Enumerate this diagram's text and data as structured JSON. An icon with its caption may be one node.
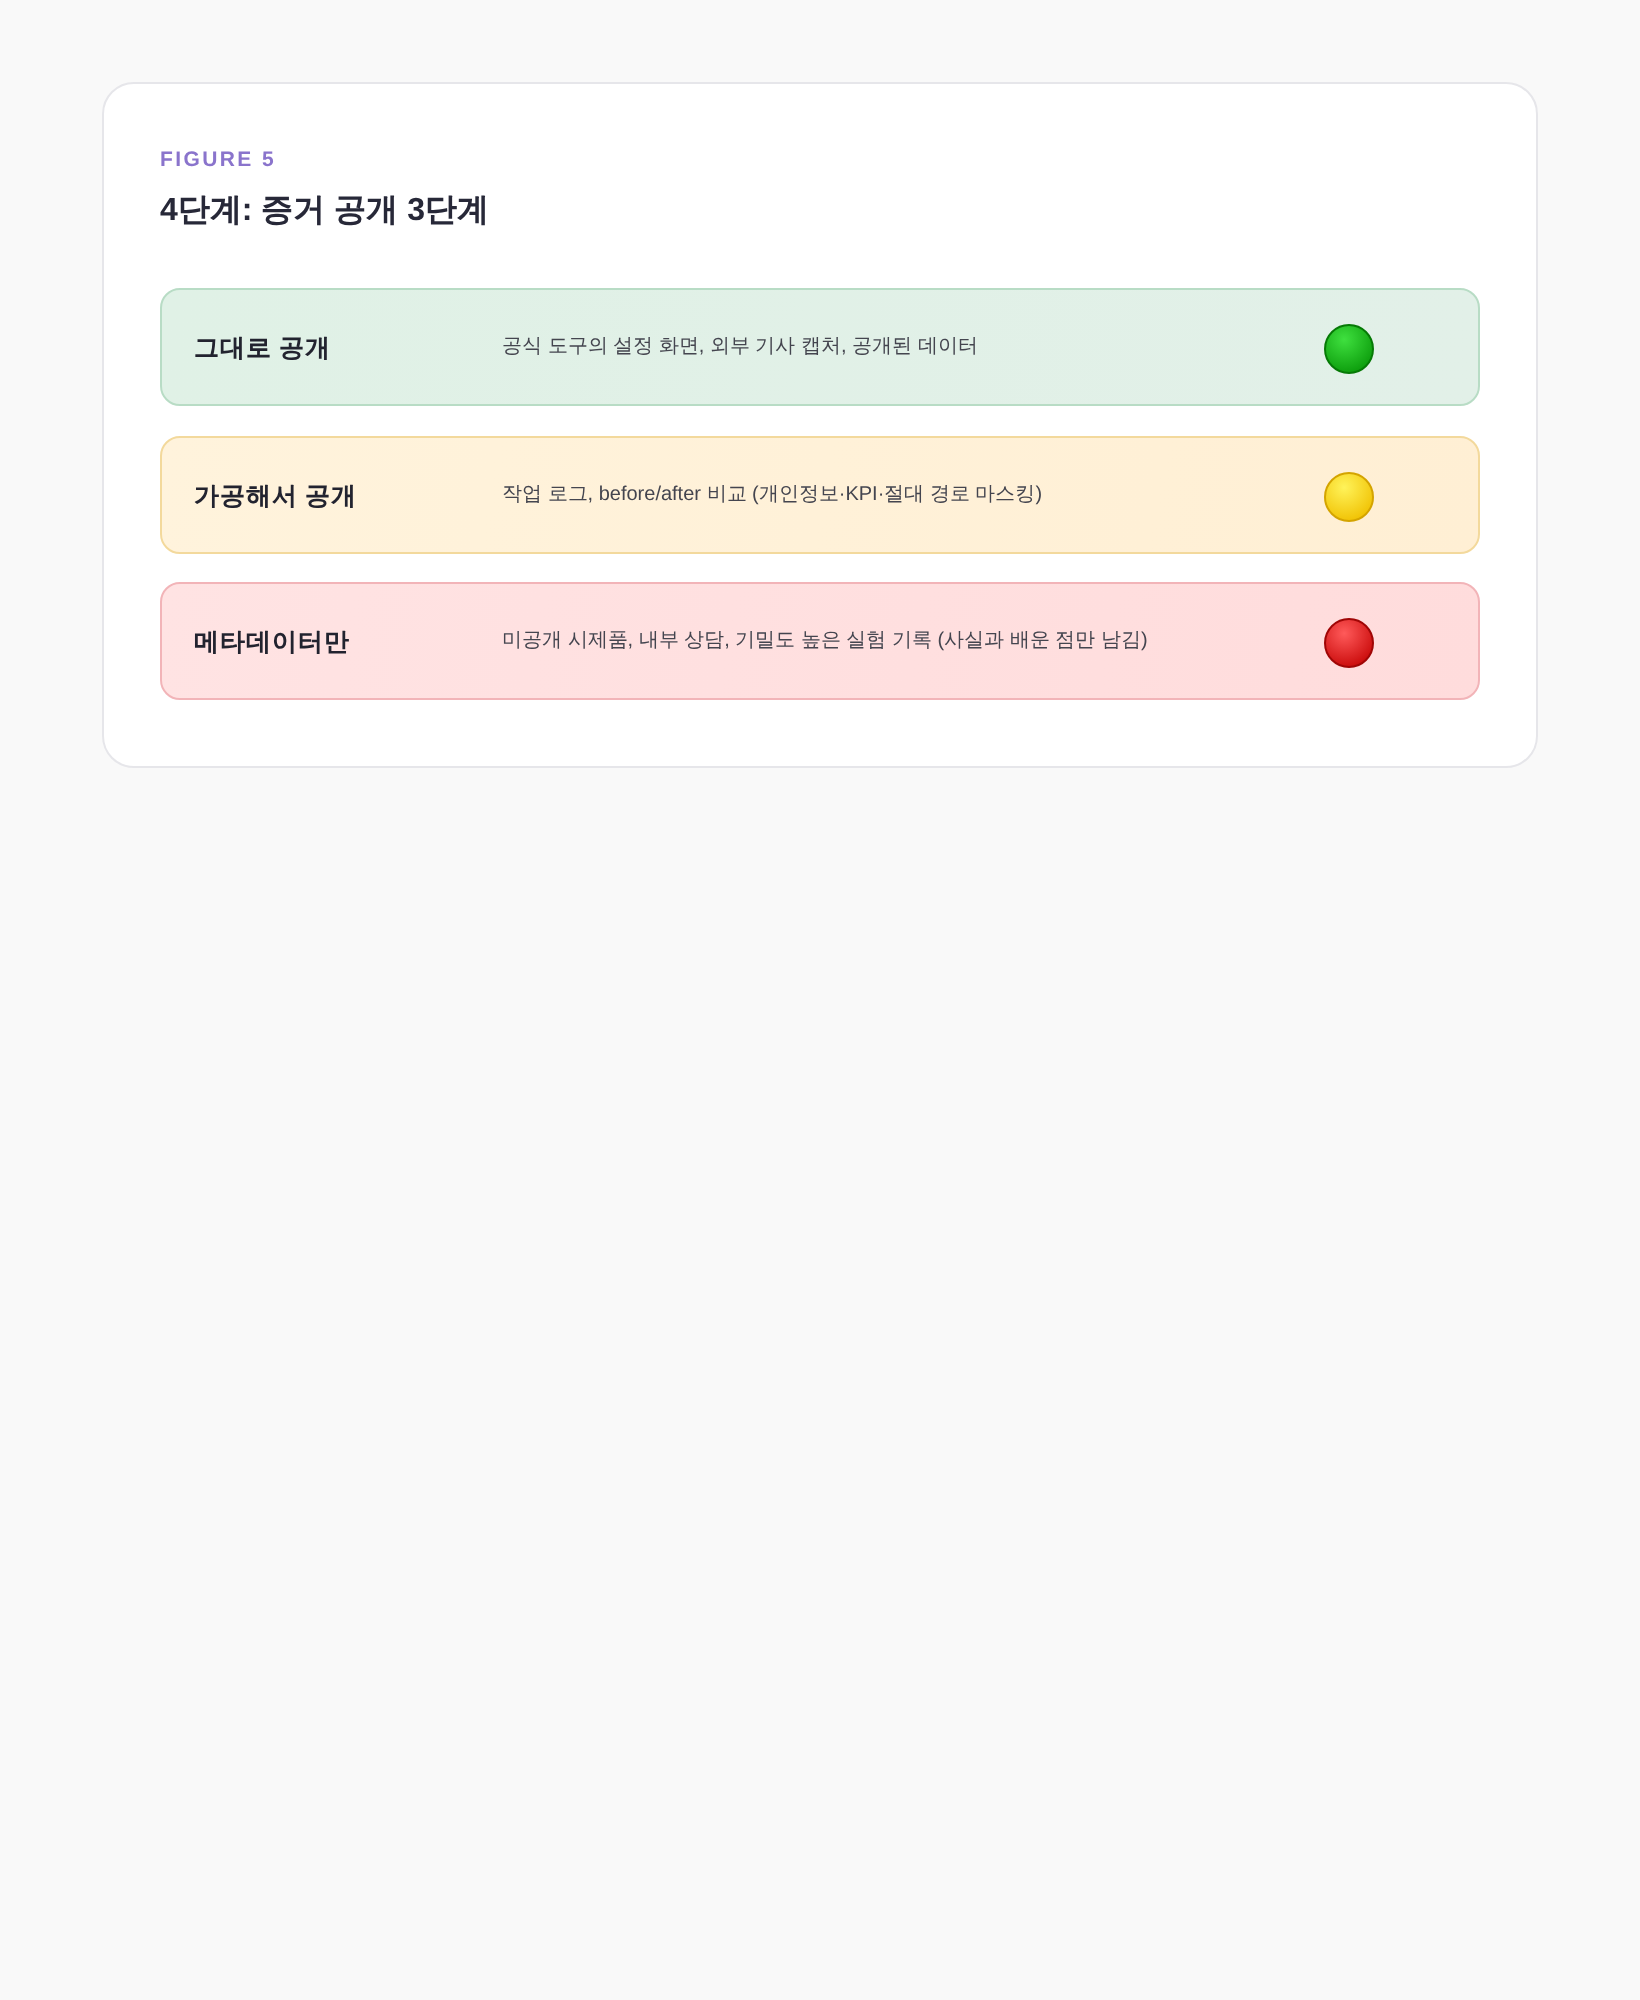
{
  "diagram": {
    "title": "4단계: 증거 공개 3단계",
    "labels": [
      "FIGURE 5"
    ],
    "nodes": [
      {
        "text": [
          "그대로 공개",
          "공식 도구의 설정 화면, 외부 기사 캡처, 공개된 데이터"
        ]
      },
      {
        "text": [
          "가공해서 공개",
          "작업 로그, before/after 비교 (개인정보·KPI·절대 경로 마스킹)"
        ]
      },
      {
        "text": [
          "메타데이터만",
          "미공개 시제품, 내부 상담, 기밀도 높은 실험 기록 (사실과 배운 점만 남김)"
        ]
      }
    ]
  }
}
